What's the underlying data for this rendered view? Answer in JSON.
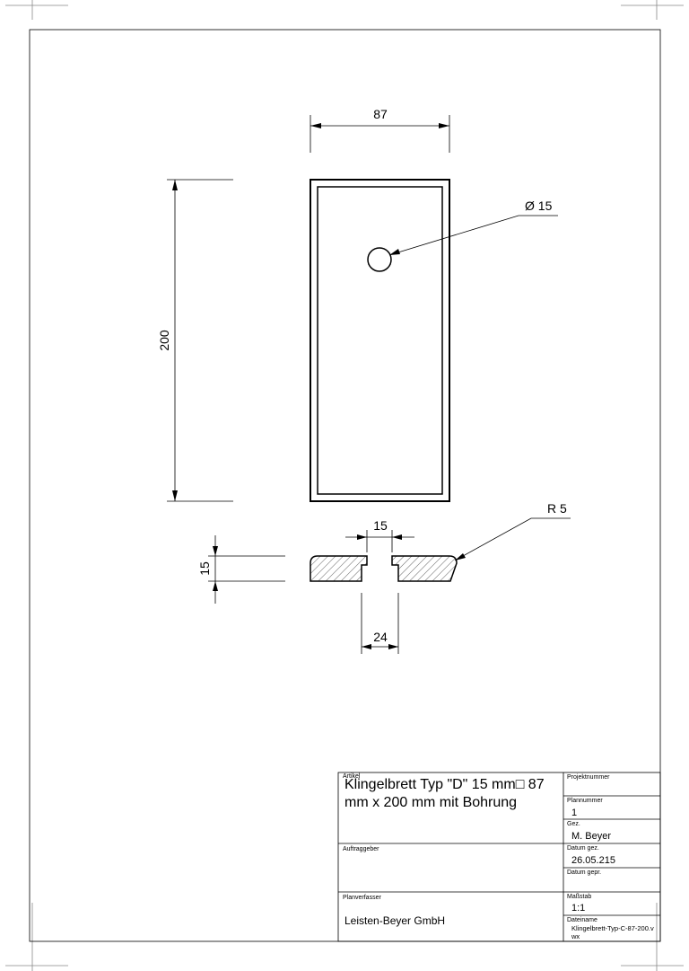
{
  "drawing": {
    "dims": {
      "width": "87",
      "height": "200",
      "hole": "Ø 15",
      "groove_width": "15",
      "thickness": "15",
      "profile_width": "24",
      "radius": "R 5"
    }
  },
  "title_block": {
    "article_label": "Artikel",
    "article_title": "Klingelbrett Typ \"D\" 15 mm□ 87 mm x 200 mm mit Bohrung",
    "project_label": "Projektnummer",
    "project_value": "",
    "plan_no_label": "Plannummer",
    "plan_no_value": "1",
    "drawn_by_label": "Gez.",
    "drawn_by_value": "M. Beyer",
    "drawn_date_label": "Datum gez.",
    "drawn_date_value": "26.05.215",
    "checked_date_label": "Datum gepr.",
    "checked_date_value": "",
    "client_label": "Auftraggeber",
    "client_value": "",
    "author_label": "Planverfasser",
    "author_value": "Leisten-Beyer GmbH",
    "scale_label": "Maßstab",
    "scale_value": "1:1",
    "filename_label": "Dateiname",
    "filename_value": "Klingelbrett-Typ-C-87-200.vwx"
  }
}
